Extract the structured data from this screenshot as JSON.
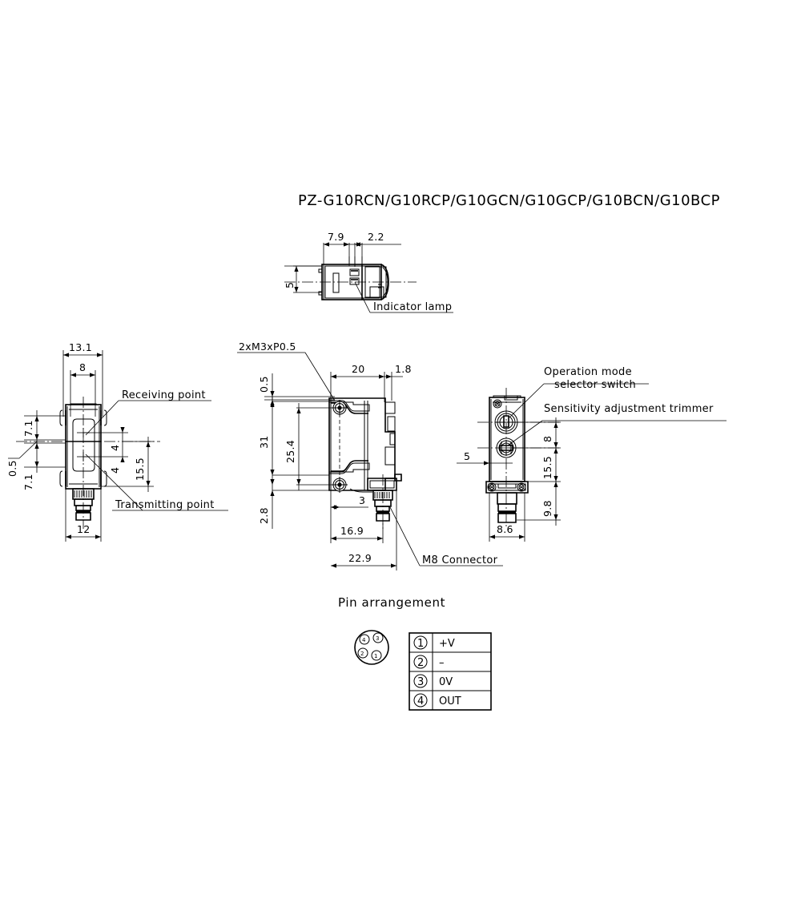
{
  "title": "PZ-G10RCN/G10RCP/G10GCN/G10GCP/G10BCN/G10BCP",
  "views": {
    "top": {
      "name": "top-view",
      "dims": [
        "7.9",
        "2.2",
        "5"
      ],
      "callouts": [
        "Indicator lamp"
      ]
    },
    "front": {
      "name": "front-view",
      "dims": [
        "13.1",
        "8",
        "7.1",
        "0.5",
        "7.1",
        "4",
        "4",
        "15.5",
        "12"
      ],
      "callouts": [
        "Receiving point",
        "Transmitting point"
      ]
    },
    "side": {
      "name": "side-view",
      "dims": [
        "0.5",
        "20",
        "1.8",
        "31",
        "25.4",
        "2.8",
        "3",
        "16.9",
        "22.9"
      ],
      "callouts": [
        "2xM3xP0.5",
        "M8 Connector"
      ]
    },
    "rear": {
      "name": "rear-view",
      "dims": [
        "5",
        "8",
        "15.5",
        "9.8",
        "8.6"
      ],
      "callouts": [
        "Operation mode",
        "selector switch",
        "Sensitivity adjustment trimmer"
      ]
    }
  },
  "pin": {
    "title": "Pin arrangement",
    "connector_pins": [
      "4",
      "3",
      "2",
      "1"
    ],
    "rows": [
      {
        "no": "1",
        "signal": "+V"
      },
      {
        "no": "2",
        "signal": "–"
      },
      {
        "no": "3",
        "signal": "0V"
      },
      {
        "no": "4",
        "signal": "OUT"
      }
    ]
  },
  "colors": {
    "line": "#000000",
    "background": "#ffffff"
  }
}
